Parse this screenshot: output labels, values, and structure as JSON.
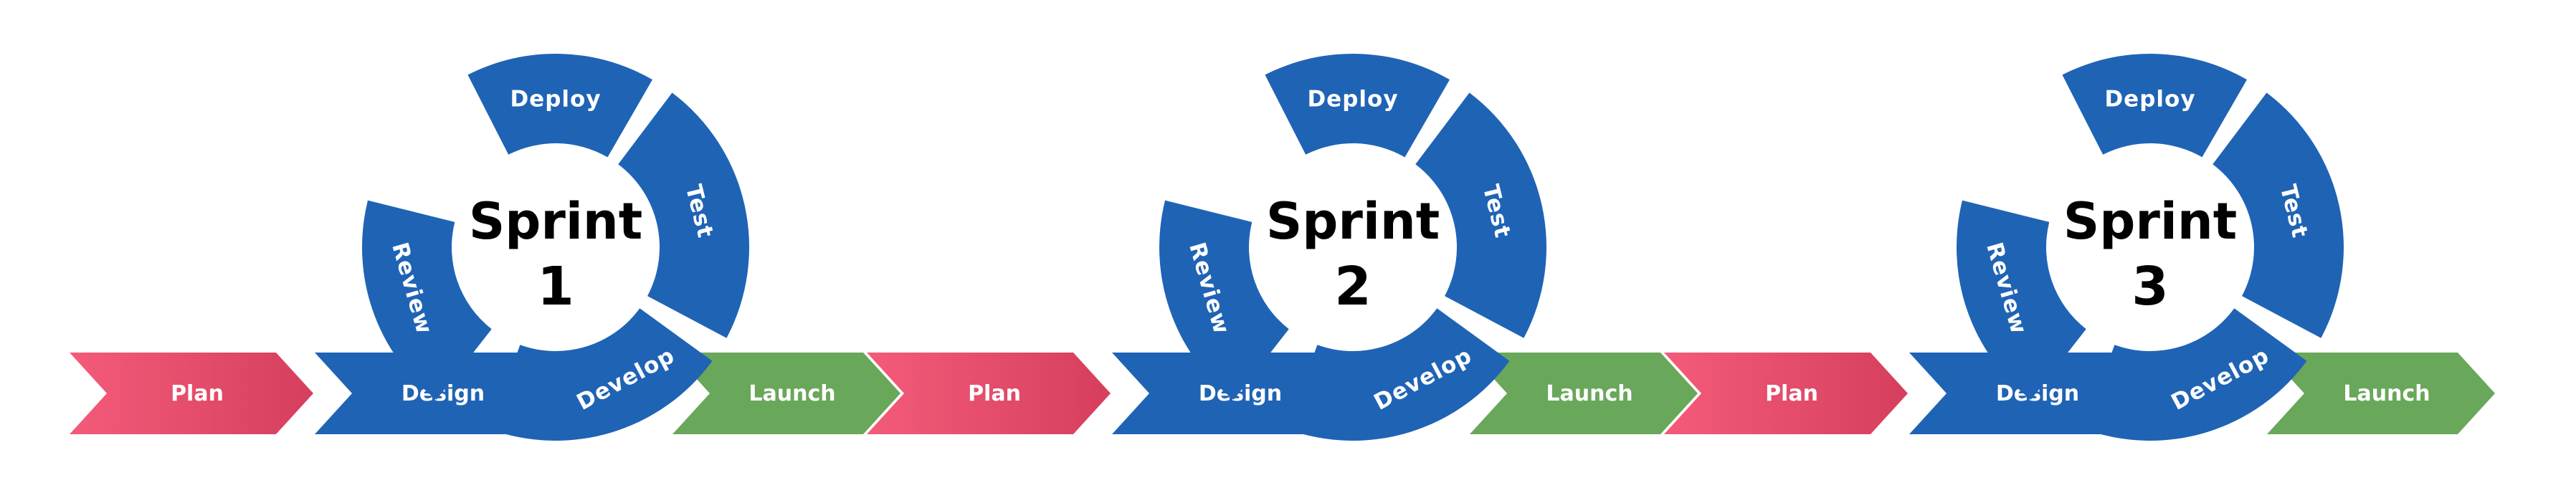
{
  "colors": {
    "blue": "#1f63b5",
    "green": "#69a75a",
    "pink_start": "#f45b7a",
    "pink_end": "#d53f5d",
    "text_dark": "#000000",
    "text_light": "#ffffff"
  },
  "sprints": [
    {
      "title": "Sprint",
      "number": "1",
      "cycle": {
        "deploy": "Deploy",
        "test": "Test",
        "develop": "Develop",
        "review": "Review"
      },
      "arrows": {
        "plan": "Plan",
        "design": "Design",
        "launch": "Launch"
      }
    },
    {
      "title": "Sprint",
      "number": "2",
      "cycle": {
        "deploy": "Deploy",
        "test": "Test",
        "develop": "Develop",
        "review": "Review"
      },
      "arrows": {
        "plan": "Plan",
        "design": "Design",
        "launch": "Launch"
      }
    },
    {
      "title": "Sprint",
      "number": "3",
      "cycle": {
        "deploy": "Deploy",
        "test": "Test",
        "develop": "Develop",
        "review": "Review"
      },
      "arrows": {
        "plan": "Plan",
        "design": "Design",
        "launch": "Launch"
      }
    }
  ]
}
